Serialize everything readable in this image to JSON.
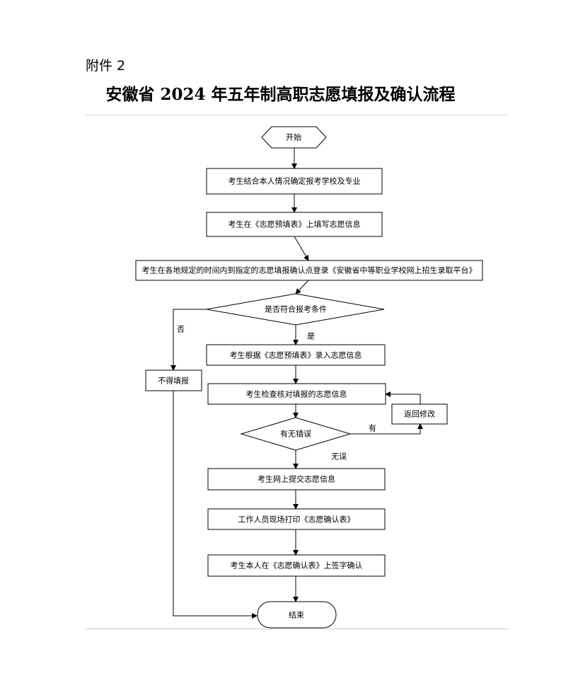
{
  "document": {
    "attachment": "附件 2",
    "title": "安徽省 2024 年五年制高职志愿填报及确认流程"
  },
  "flowchart": {
    "start": "开始",
    "step1": "考生结合本人情况确定报考学校及专业",
    "step2": "考生在《志愿预填表》上填写志愿信息",
    "step3": "考生在各地规定的时间内到指定的志愿填报确认点登录《安徽省中等职业学校网上招生录取平台》",
    "decision1": "是否符合报考条件",
    "yes": "是",
    "no": "否",
    "reject": "不得填报",
    "step4": "考生根据《志愿预填表》录入志愿信息",
    "step5": "考生检查核对填报的志愿信息",
    "decision2": "有无错误",
    "has_error": "有",
    "no_error": "无误",
    "modify": "返回修改",
    "step6": "考生网上提交志愿信息",
    "step7": "工作人员现场打印《志愿确认表》",
    "step8": "考生本人在《志愿确认表》上签字确认",
    "end": "结束"
  }
}
